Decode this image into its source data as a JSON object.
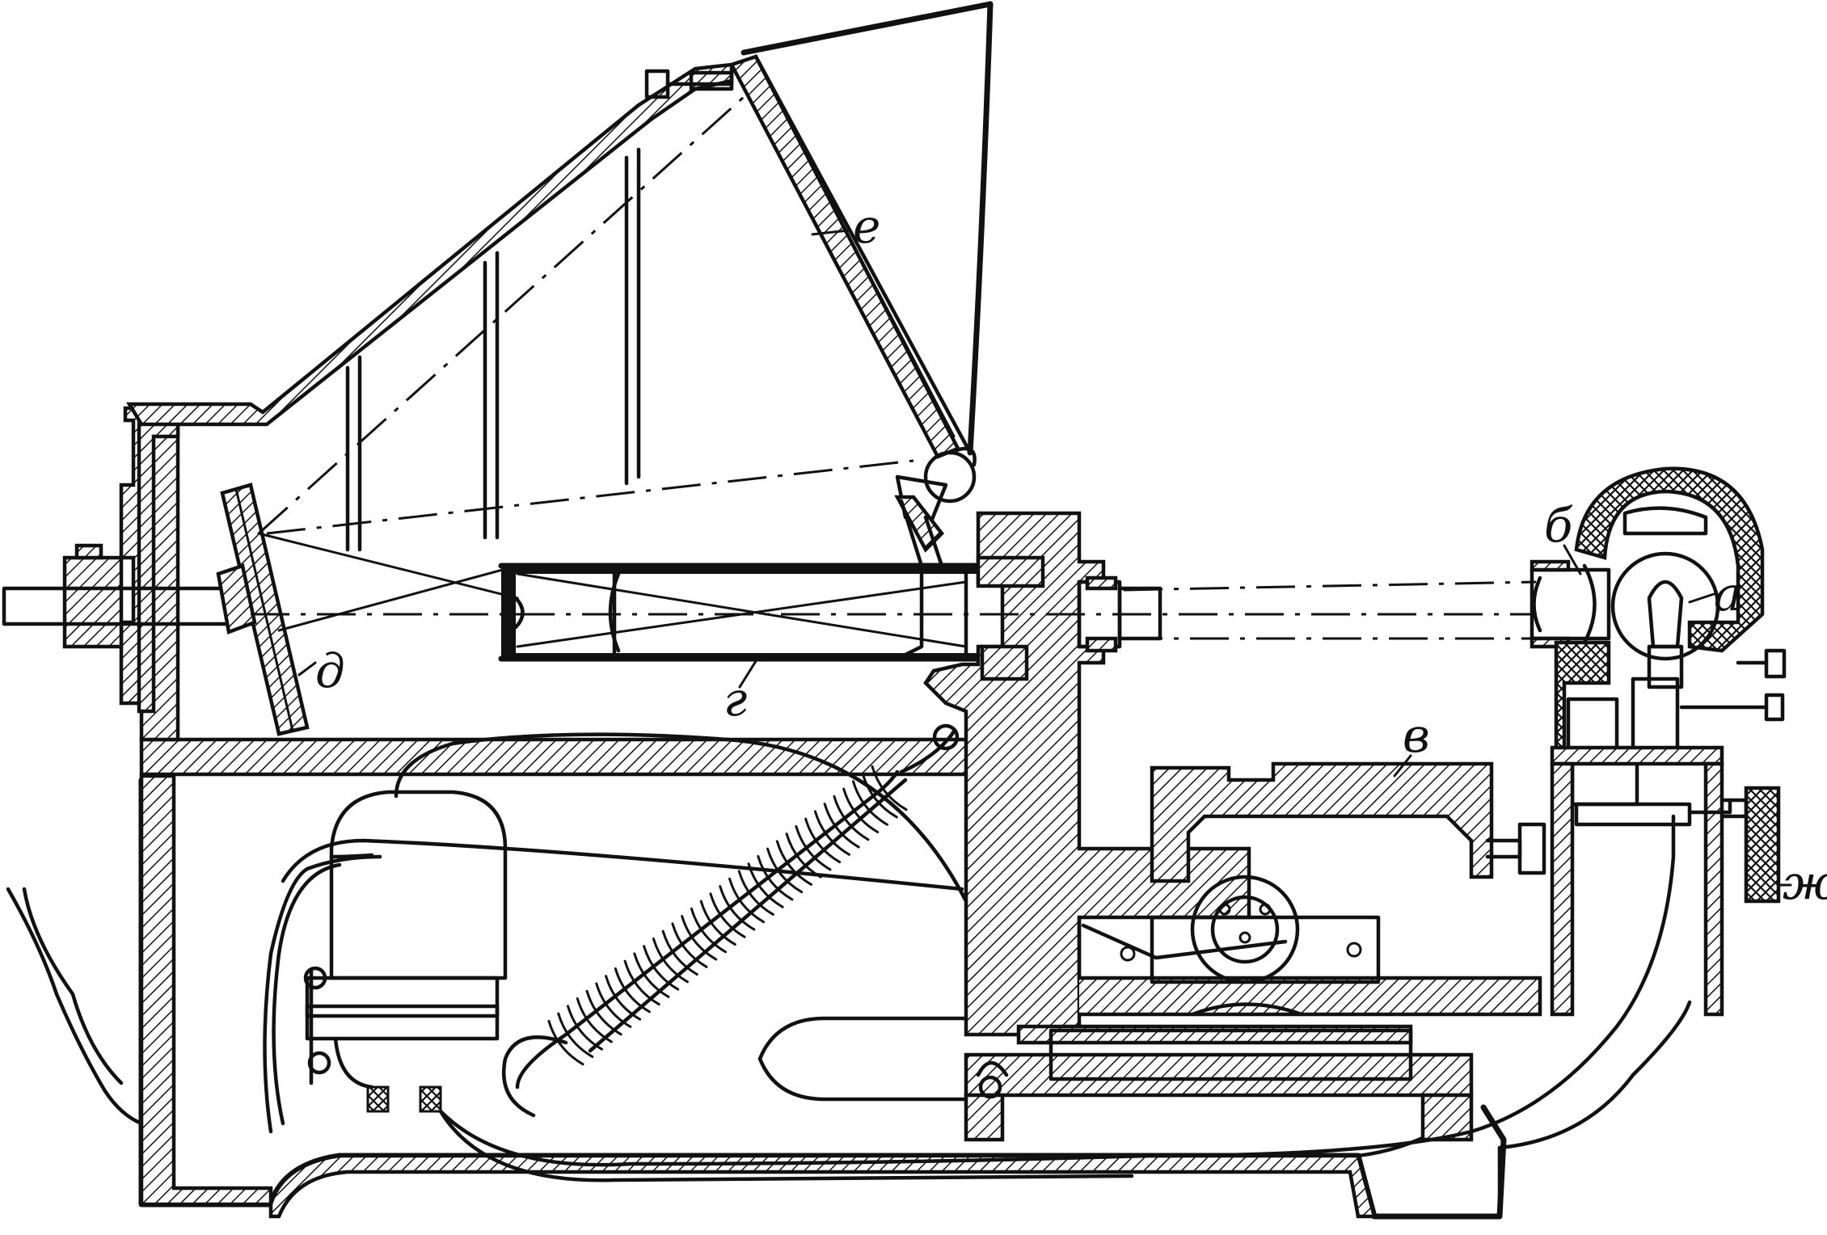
{
  "labels": [
    {
      "key": "a",
      "text": "а"
    },
    {
      "key": "b",
      "text": "б"
    },
    {
      "key": "v",
      "text": "в"
    },
    {
      "key": "g",
      "text": "г"
    },
    {
      "key": "d",
      "text": "д"
    },
    {
      "key": "e",
      "text": "е"
    },
    {
      "key": "zh",
      "text": "ж"
    }
  ]
}
